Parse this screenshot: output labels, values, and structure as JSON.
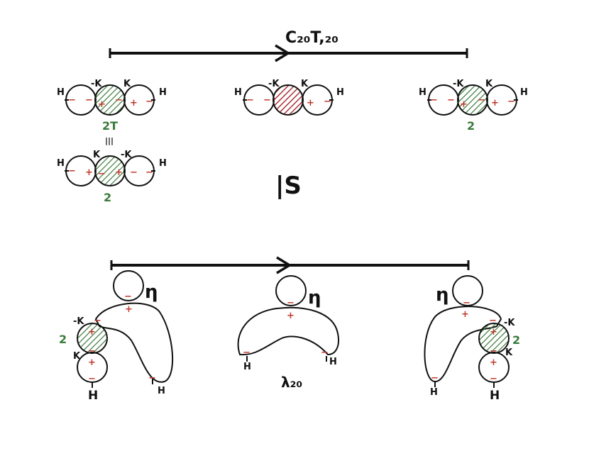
{
  "colors": {
    "ink": "#111111",
    "red": "#c0392b",
    "green": "#3a7a3a",
    "darkred": "#a8202a"
  },
  "labels": {
    "top_arrow": "C₂₀T,₂₀",
    "H": "H",
    "K": "K",
    "negK": "-K",
    "plus": "+",
    "minus": "−",
    "green_2T": "2T",
    "green_2": "2",
    "equiv": "|||",
    "approx": "|S",
    "eta": "η",
    "lambda": "λ₂₀"
  }
}
